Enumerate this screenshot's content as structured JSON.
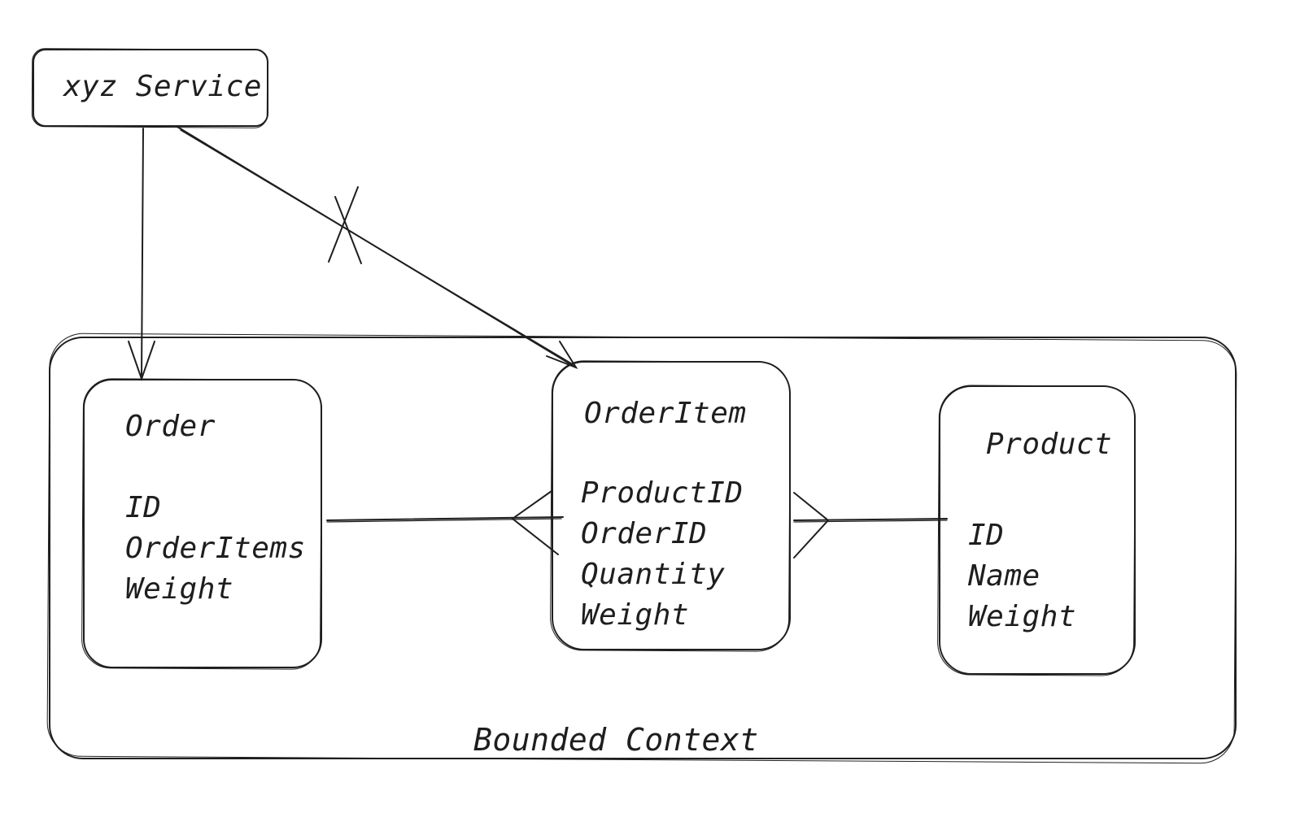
{
  "service": {
    "label": "xyz Service"
  },
  "context": {
    "label": "Bounded Context"
  },
  "entities": {
    "order": {
      "name": "Order",
      "fields": [
        "ID",
        "OrderItems",
        "Weight"
      ]
    },
    "order_item": {
      "name": "OrderItem",
      "fields": [
        "ProductID",
        "OrderID",
        "Quantity",
        "Weight"
      ]
    },
    "product": {
      "name": "Product",
      "fields": [
        "ID",
        "Name",
        "Weight"
      ]
    }
  },
  "colors": {
    "stroke": "#1e1e1e",
    "background": "#ffffff"
  }
}
